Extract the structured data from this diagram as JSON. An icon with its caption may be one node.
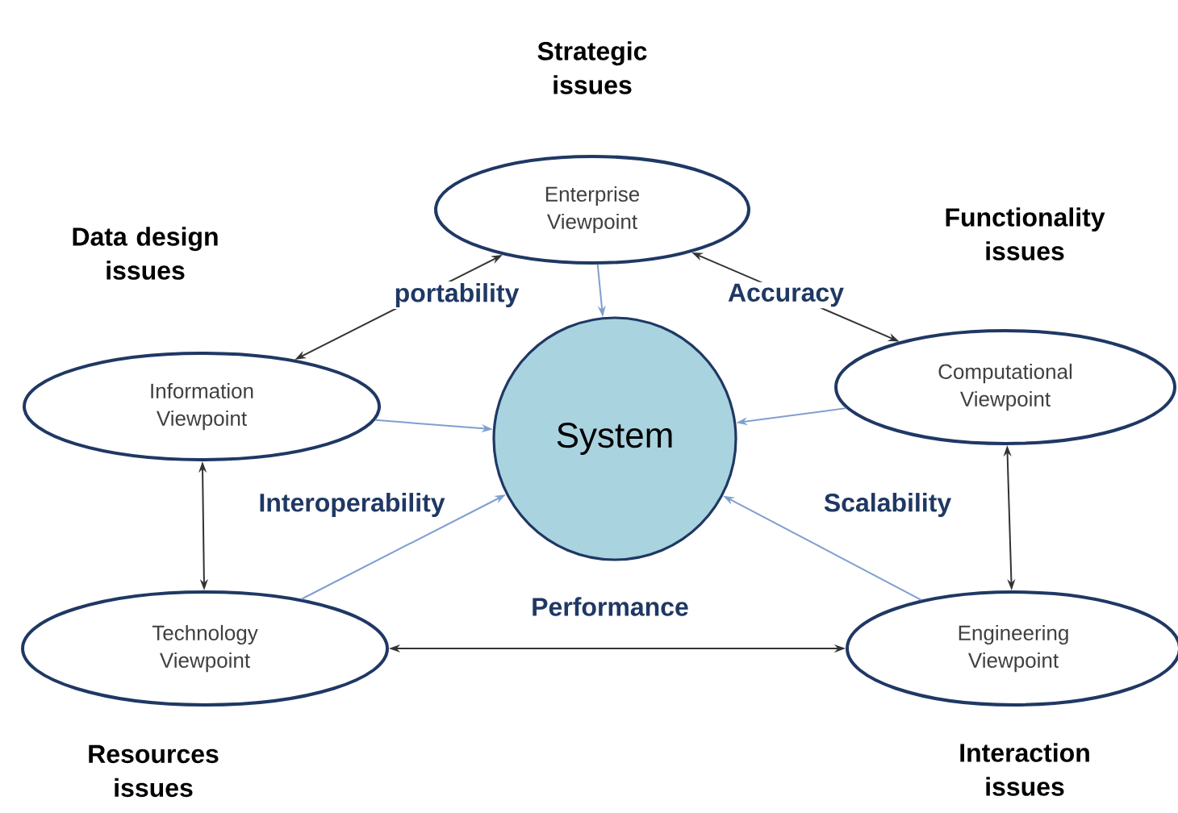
{
  "diagram": {
    "nodes": [
      {
        "text": [
          "Enterprise Viewpoint"
        ],
        "beside": [
          "Strategic issues"
        ]
      },
      {
        "text": [
          "Information Viewpoint"
        ],
        "beside": [
          "Data design issues"
        ]
      },
      {
        "text": [
          "System"
        ]
      },
      {
        "text": [
          "Computational Viewpoint"
        ],
        "beside": [
          "Functionality issues"
        ]
      },
      {
        "text": [
          "Technology Viewpoint"
        ],
        "beside": [
          "Resources issues"
        ]
      },
      {
        "text": [
          "Engineering Viewpoint"
        ],
        "beside": [
          "Interaction issues"
        ]
      }
    ],
    "edges": [
      {
        "from": 1,
        "to": 0,
        "arrow": "both"
      },
      {
        "from": 0,
        "to": 3,
        "arrow": "both"
      },
      {
        "from": 1,
        "to": 4,
        "arrow": "both"
      },
      {
        "from": 3,
        "to": 5,
        "arrow": "both"
      },
      {
        "from": 4,
        "to": 5,
        "arrow": "both"
      },
      {
        "from": 0,
        "to": 2,
        "arrow": "to",
        "color": "#7f9fd0"
      },
      {
        "from": 1,
        "to": 2,
        "arrow": "to",
        "color": "#7f9fd0"
      },
      {
        "from": 3,
        "to": 2,
        "arrow": "to",
        "color": "#7f9fd0"
      },
      {
        "from": 4,
        "to": 2,
        "arrow": "to",
        "color": "#7f9fd0"
      },
      {
        "from": 5,
        "to": 2,
        "arrow": "to",
        "color": "#7f9fd0"
      }
    ],
    "labels": [
      "portability",
      "Accuracy",
      "Interoperability",
      "Scalability",
      "Performance"
    ]
  }
}
